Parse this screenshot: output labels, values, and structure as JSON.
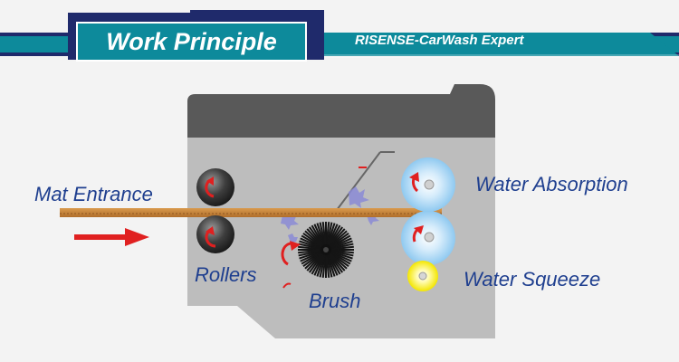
{
  "banner": {
    "title": "Work Principle",
    "brand": "RISENSE-CarWash Expert"
  },
  "labels": {
    "mat_entrance": "Mat Entrance",
    "water_absorption": "Water Absorption",
    "rollers": "Rollers",
    "water_squeeze": "Water Squeeze",
    "brush": "Brush"
  },
  "colors": {
    "banner_navy": "#1f2a6b",
    "banner_teal": "#0d8a9b",
    "label_blue": "#1f3f8f",
    "mat": "#c8833a",
    "arrow_red": "#e02020",
    "machine_gray": "#bdbdbd",
    "machine_dark": "#595959"
  },
  "icons": [
    "roller-icon",
    "brush-icon",
    "water-absorption-roller-icon",
    "water-squeeze-roller-icon",
    "direction-arrow-icon",
    "rotation-arrow-icon"
  ]
}
